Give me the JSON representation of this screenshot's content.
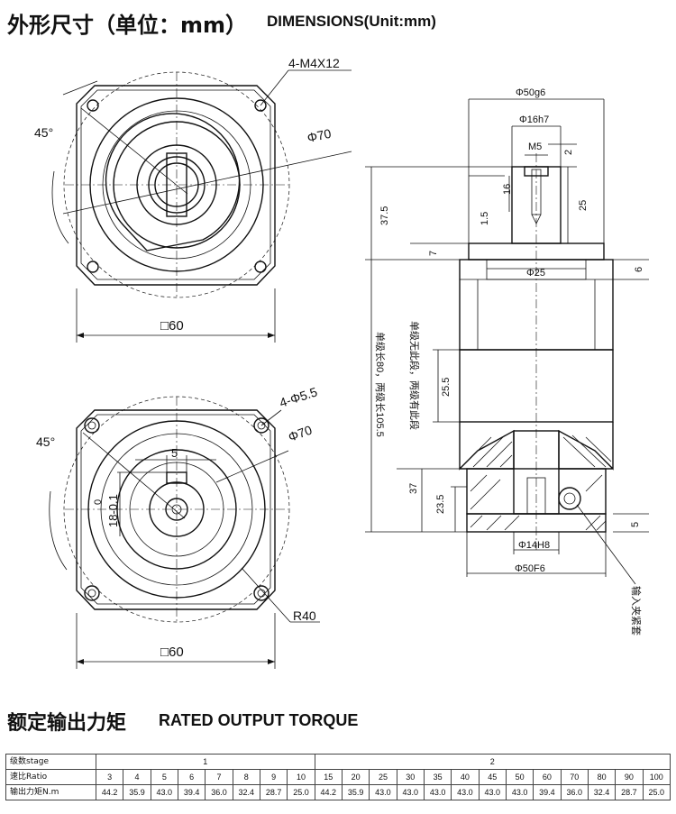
{
  "header": {
    "title_cn": "外形尺寸（单位：mm）",
    "title_en": "DIMENSIONS(Unit:mm)"
  },
  "drawing": {
    "top_front": {
      "holes": "4-M4X12",
      "angle": "45°",
      "pcd": "Φ70",
      "square": "□60"
    },
    "bottom_front": {
      "holes": "4-Φ5.5",
      "angle": "45°",
      "pcd": "Φ70",
      "key_width": "5",
      "key_height": "18-0.1",
      "key_tol": "0",
      "radius": "R40",
      "square": "□60"
    },
    "side": {
      "d_flange": "Φ50g6",
      "d_shaft": "Φ16h7",
      "thread": "M5",
      "dim_2": "2",
      "dim_16": "16",
      "dim_25_shaft": "25",
      "dim_37_5": "37.5",
      "dim_1_5": "1.5",
      "dim_7": "7",
      "dim_6": "6",
      "d_25": "Φ25",
      "note_single": "单级无此段，两级有此段",
      "note_length": "单级长80，两级长105.5",
      "dim_25_5": "25.5",
      "dim_37": "37",
      "dim_23_5": "23.5",
      "dim_5": "5",
      "d_input": "Φ14H8",
      "d_input_flange": "Φ50F6",
      "note_input": "输入夹紧套"
    }
  },
  "torque_section": {
    "title_cn": "额定输出力矩",
    "title_en": "RATED OUTPUT TORQUE"
  },
  "torque_table": {
    "row_labels": [
      "级数stage",
      "速比Ratio",
      "输出力矩N.m"
    ],
    "stage_one": "1",
    "stage_two": "2",
    "ratios": [
      "3",
      "4",
      "5",
      "6",
      "7",
      "8",
      "9",
      "10",
      "15",
      "20",
      "25",
      "30",
      "35",
      "40",
      "45",
      "50",
      "60",
      "70",
      "80",
      "90",
      "100"
    ],
    "torques": [
      "44.2",
      "35.9",
      "43.0",
      "39.4",
      "36.0",
      "32.4",
      "28.7",
      "25.0",
      "44.2",
      "35.9",
      "43.0",
      "43.0",
      "43.0",
      "43.0",
      "43.0",
      "43.0",
      "39.4",
      "36.0",
      "32.4",
      "28.7",
      "25.0"
    ]
  }
}
